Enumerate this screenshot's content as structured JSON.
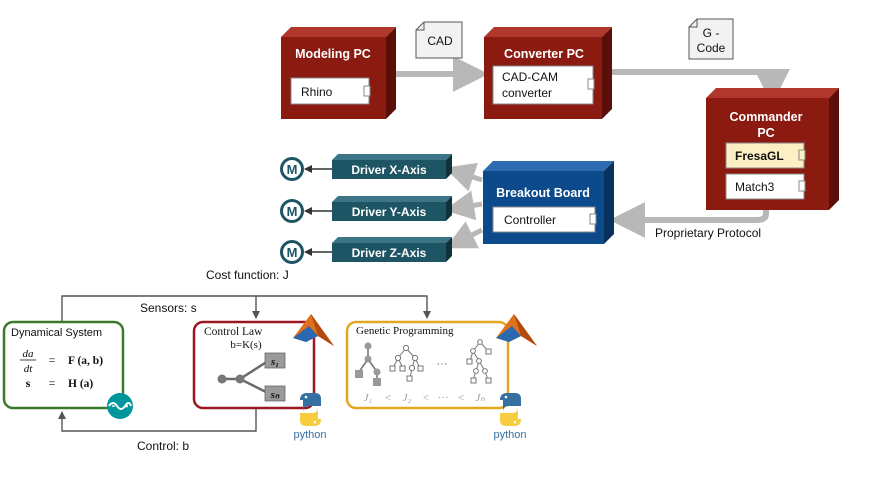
{
  "pipeline": {
    "modeling_pc": {
      "title": "Modeling PC",
      "component": "Rhino"
    },
    "converter_pc": {
      "title": "Converter PC",
      "component_line1": "CAD-CAM",
      "component_line2": "converter"
    },
    "commander_pc": {
      "title_line1": "Commander",
      "title_line2": "PC",
      "component_1": "FresaGL",
      "component_2": "Match3"
    },
    "breakout_board": {
      "title": "Breakout Board",
      "component": "Controller"
    },
    "notes": {
      "cad": "CAD",
      "gcode_line1": "G -",
      "gcode_line2": "Code"
    },
    "protocol_label": "Proprietary Protocol",
    "drivers": [
      "Driver X-Axis",
      "Driver Y-Axis",
      "Driver Z-Axis"
    ],
    "motor_symbol": "M"
  },
  "control": {
    "cost_function_label": "Cost function: J",
    "sensors_label": "Sensors: s",
    "control_label": "Control: b",
    "dynamical_system": {
      "title": "Dynamical System",
      "eq1_num": "da",
      "eq1_den": "dt",
      "eq1_eq": "=",
      "eq1_rhs": "F (a, b)",
      "eq2_lhs": "s",
      "eq2_eq": "=",
      "eq2_rhs": "H (a)"
    },
    "control_law": {
      "title": "Control Law",
      "formula": "b=K(s)",
      "leaf_1": "s₁",
      "leaf_2": "sₙ"
    },
    "genetic_programming": {
      "title": "Genetic Programming",
      "ellipsis": "···",
      "ranking": [
        "J₁",
        "<",
        "J₂",
        "<",
        "···",
        "<",
        "Jₙ"
      ]
    },
    "python_label": "python"
  },
  "colors": {
    "pc_red": "#8b1a10",
    "pc_red_dark": "#5c0f08",
    "board_blue": "#0d4a8c",
    "driver_teal": "#1d5564",
    "fresagl_fill": "#fdefc4",
    "dyn_green": "#3a7a2a",
    "law_red": "#9a1621",
    "gp_gold": "#e3a81f",
    "arrow_gray": "#b8b8b8",
    "python_blue": "#3670a0",
    "python_yellow": "#f5cd3e",
    "arduino_teal": "#00979c",
    "matlab_orange": "#e0701c"
  },
  "icons": [
    "note-icon",
    "port-icon",
    "motor-icon",
    "matlab-icon",
    "python-icon",
    "arduino-icon",
    "tree-icon"
  ]
}
